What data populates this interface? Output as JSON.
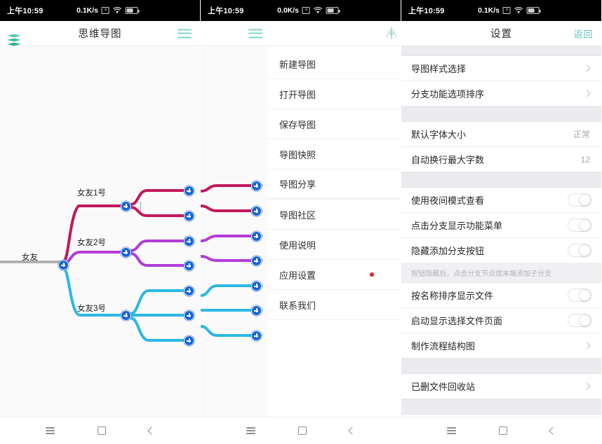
{
  "status_bar": {
    "time": "上午10:59",
    "speed_1": "0.1K/s",
    "speed_2": "0.0K/s",
    "speed_3": "0.1K/s",
    "icons": [
      "no-sim-icon",
      "wifi-icon",
      "battery-icon"
    ]
  },
  "phone1": {
    "header": {
      "title": "思维导图",
      "left_icon": "layers-stack-icon",
      "right_icon": "hamburger-menu-icon"
    },
    "mindmap": {
      "root": "女友",
      "branches": [
        {
          "label": "女友1号",
          "color": "#c2185b"
        },
        {
          "label": "女友2号",
          "color": "#b43bd8"
        },
        {
          "label": "女友3号",
          "color": "#2bb8e6"
        }
      ],
      "add_button_icon": "plus-node-icon"
    }
  },
  "phone2": {
    "header": {
      "left_icon": "hamburger-menu-icon",
      "right_icon": "account-circle-icon"
    },
    "drawer_items": [
      {
        "label": "新建导图",
        "badge": false
      },
      {
        "label": "打开导图",
        "badge": false
      },
      {
        "label": "保存导图",
        "badge": false
      },
      {
        "label": "导图快照",
        "badge": false
      },
      {
        "label": "导图分享",
        "badge": false
      },
      {
        "label": "导图社区",
        "badge": false
      },
      {
        "label": "使用说明",
        "badge": false
      },
      {
        "label": "应用设置",
        "badge": true
      },
      {
        "label": "联系我们",
        "badge": false
      }
    ]
  },
  "phone3": {
    "header": {
      "title": "设置",
      "back_label": "返回"
    },
    "rows": [
      {
        "type": "gap"
      },
      {
        "type": "chevron",
        "label": "导图样式选择"
      },
      {
        "type": "chevron",
        "label": "分支功能选项排序"
      },
      {
        "type": "gap"
      },
      {
        "type": "value",
        "label": "默认字体大小",
        "value": "正常"
      },
      {
        "type": "value",
        "label": "自动换行最大字数",
        "value": "12"
      },
      {
        "type": "gap"
      },
      {
        "type": "toggle",
        "label": "使用夜间模式查看",
        "on": false
      },
      {
        "type": "toggle",
        "label": "点击分支显示功能菜单",
        "on": false
      },
      {
        "type": "toggle",
        "label": "隐藏添加分支按钮",
        "on": false
      },
      {
        "type": "hint",
        "label": "按钮隐藏后，点击分支节点或末端添加子分支"
      },
      {
        "type": "toggle",
        "label": "按名称排序显示文件",
        "on": false
      },
      {
        "type": "toggle",
        "label": "启动显示选择文件页面",
        "on": false
      },
      {
        "type": "chevron",
        "label": "制作流程结构图"
      },
      {
        "type": "gap"
      },
      {
        "type": "chevron",
        "label": "已删文件回收站"
      },
      {
        "type": "gap"
      }
    ]
  },
  "nav_bar": {
    "recents": "recents-icon",
    "home": "home-icon",
    "back": "back-icon"
  },
  "colors": {
    "accent_teal": "#5ec6be",
    "node_blue": "#1565d8",
    "branch_pink": "#c2185b",
    "branch_purple": "#b43bd8",
    "branch_cyan": "#2bb8e6",
    "badge_red": "#e02424"
  }
}
